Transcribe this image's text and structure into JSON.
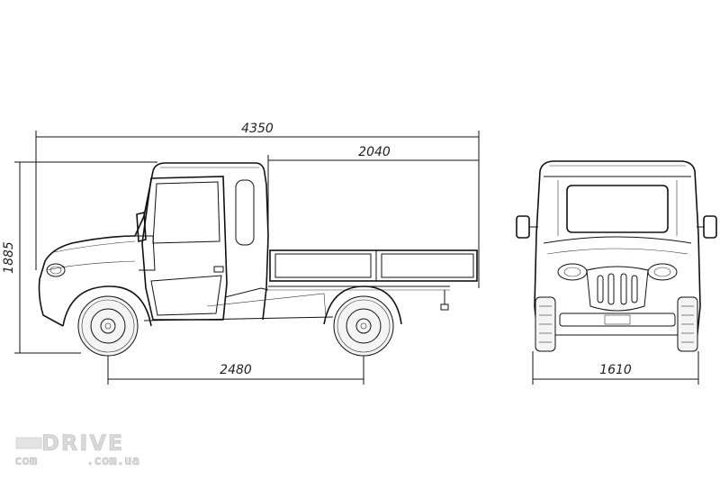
{
  "dimensions": {
    "overall_length": "4350",
    "bed_length": "2040",
    "height": "1885",
    "wheelbase": "2480",
    "track_width": "1610"
  },
  "watermark": {
    "brand": "DRIVE",
    "domain_left": "com",
    "domain_right": ".com.ua"
  }
}
